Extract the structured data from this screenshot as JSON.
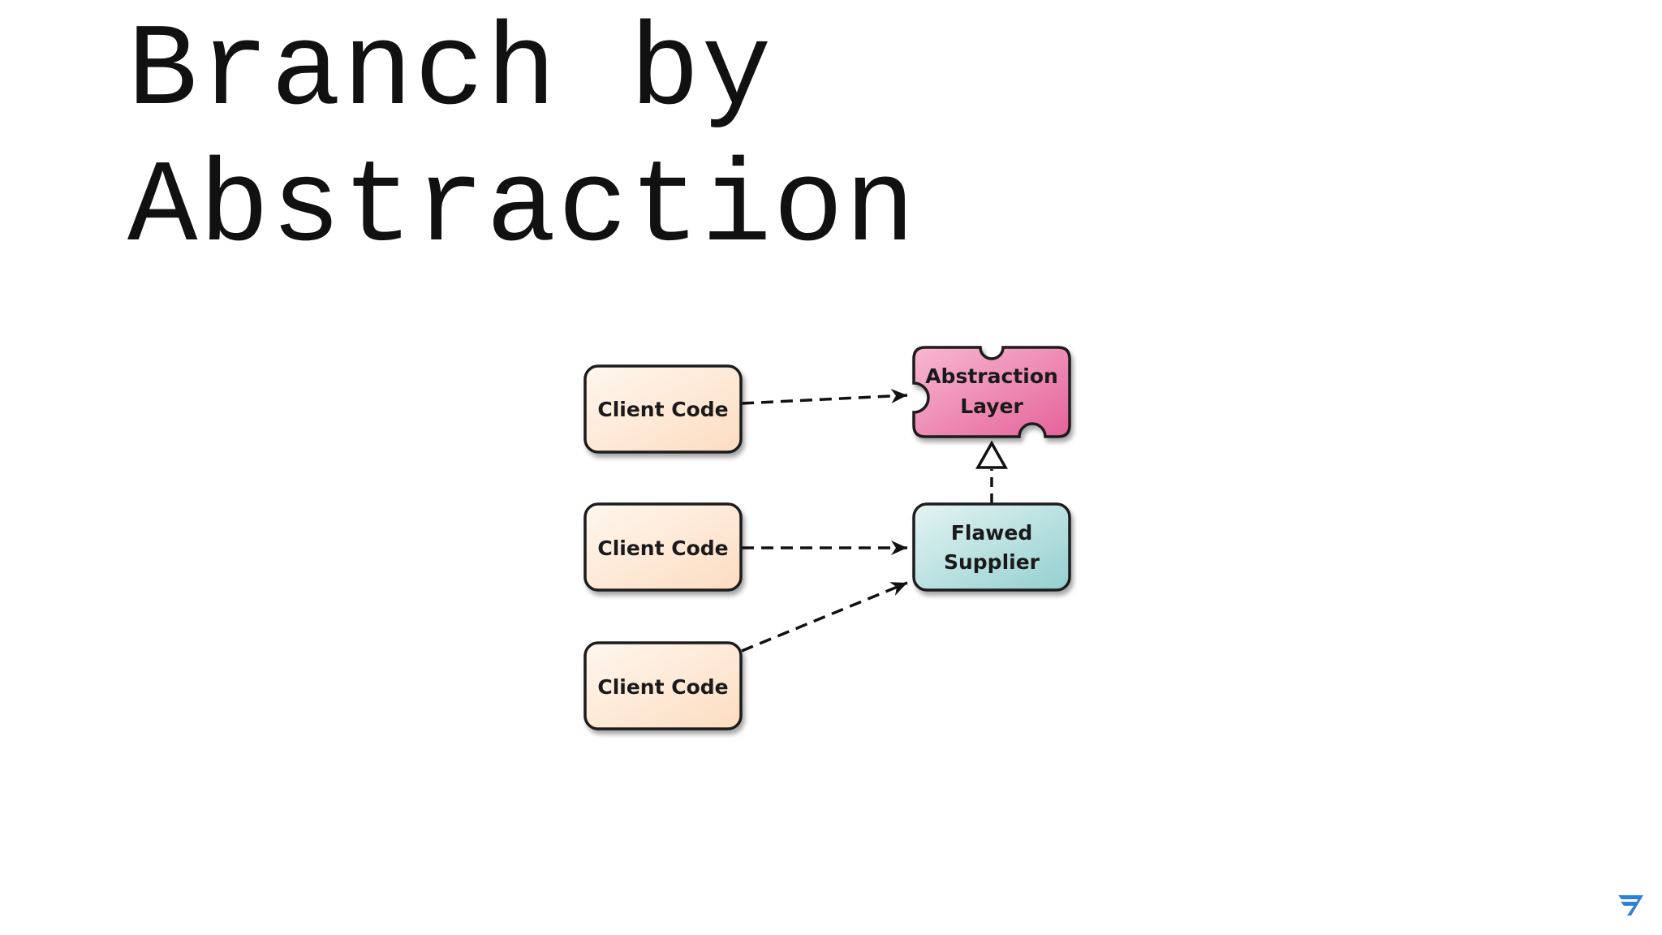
{
  "slide": {
    "title_line1": "Branch by",
    "title_line2": "Abstraction"
  },
  "diagram": {
    "nodes": {
      "client_1": {
        "label": "Client Code",
        "fill": "#fde6d3"
      },
      "client_2": {
        "label": "Client Code",
        "fill": "#fde6d3"
      },
      "client_3": {
        "label": "Client Code",
        "fill": "#fde6d3"
      },
      "abstraction_layer": {
        "line1": "Abstraction",
        "line2": "Layer",
        "fill": "#e96fa1",
        "shape": "puzzle-piece"
      },
      "flawed_supplier": {
        "line1": "Flawed",
        "line2": "Supplier",
        "fill": "#a8d8d8"
      }
    },
    "edges": [
      {
        "from": "client_1",
        "to": "abstraction_layer",
        "style": "dashed",
        "head": "open-arrow"
      },
      {
        "from": "client_2",
        "to": "flawed_supplier",
        "style": "dashed",
        "head": "open-arrow"
      },
      {
        "from": "client_3",
        "to": "flawed_supplier",
        "style": "dashed",
        "head": "open-arrow"
      },
      {
        "from": "flawed_supplier",
        "to": "abstraction_layer",
        "style": "dashed",
        "head": "hollow-triangle"
      }
    ]
  },
  "logo": {
    "icon": "brand-logo-icon",
    "color": "#2f80d8"
  }
}
